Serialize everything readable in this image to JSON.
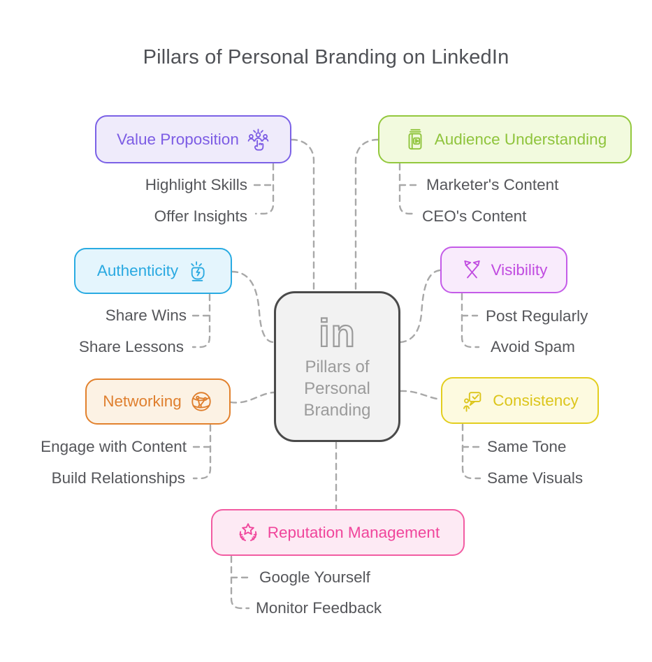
{
  "title": "Pillars of Personal Branding on LinkedIn",
  "center": {
    "logo_text": "in",
    "label_lines": [
      "Pillars of",
      "Personal",
      "Branding"
    ]
  },
  "branches": [
    {
      "label": "Value Proposition",
      "icon": "team-spotlight-icon",
      "border": "#7B61E6",
      "bg": "#EFEBFB",
      "accent": "#7C5CE4",
      "items": [
        "Highlight Skills",
        "Offer Insights"
      ]
    },
    {
      "label": "Audience Understanding",
      "icon": "video-book-icon",
      "border": "#93C83D",
      "bg": "#F2FADE",
      "accent": "#8FC43C",
      "items": [
        "Marketer's Content",
        "CEO's Content"
      ]
    },
    {
      "label": "Authenticity",
      "icon": "raised-fist-icon",
      "border": "#29ABE2",
      "bg": "#E4F5FD",
      "accent": "#29A9E1",
      "items": [
        "Share Wins",
        "Share Lessons"
      ]
    },
    {
      "label": "Visibility",
      "icon": "crossed-flags-icon",
      "border": "#C45BE8",
      "bg": "#F9EBFC",
      "accent": "#C04BE0",
      "items": [
        "Post Regularly",
        "Avoid Spam"
      ]
    },
    {
      "label": "Networking",
      "icon": "globe-network-icon",
      "border": "#E2812D",
      "bg": "#FCF2E4",
      "accent": "#DF7F2E",
      "items": [
        "Engage with Content",
        "Build Relationships"
      ]
    },
    {
      "label": "Consistency",
      "icon": "person-chat-check-icon",
      "border": "#E3CE1F",
      "bg": "#FDFAE0",
      "accent": "#DCC51B",
      "items": [
        "Same Tone",
        "Same Visuals"
      ]
    },
    {
      "label": "Reputation Management",
      "icon": "star-laurel-icon",
      "border": "#F25CA2",
      "bg": "#FDEAF4",
      "accent": "#F0459B",
      "items": [
        "Google Yourself",
        "Monitor Feedback"
      ]
    }
  ],
  "palette": {
    "title_text": "#4F5156",
    "item_text": "#55565A",
    "connector": "#A8A8A8",
    "center_border": "#4A4A4A",
    "center_bg": "#F2F2F2",
    "center_text": "#9B9B9B"
  }
}
